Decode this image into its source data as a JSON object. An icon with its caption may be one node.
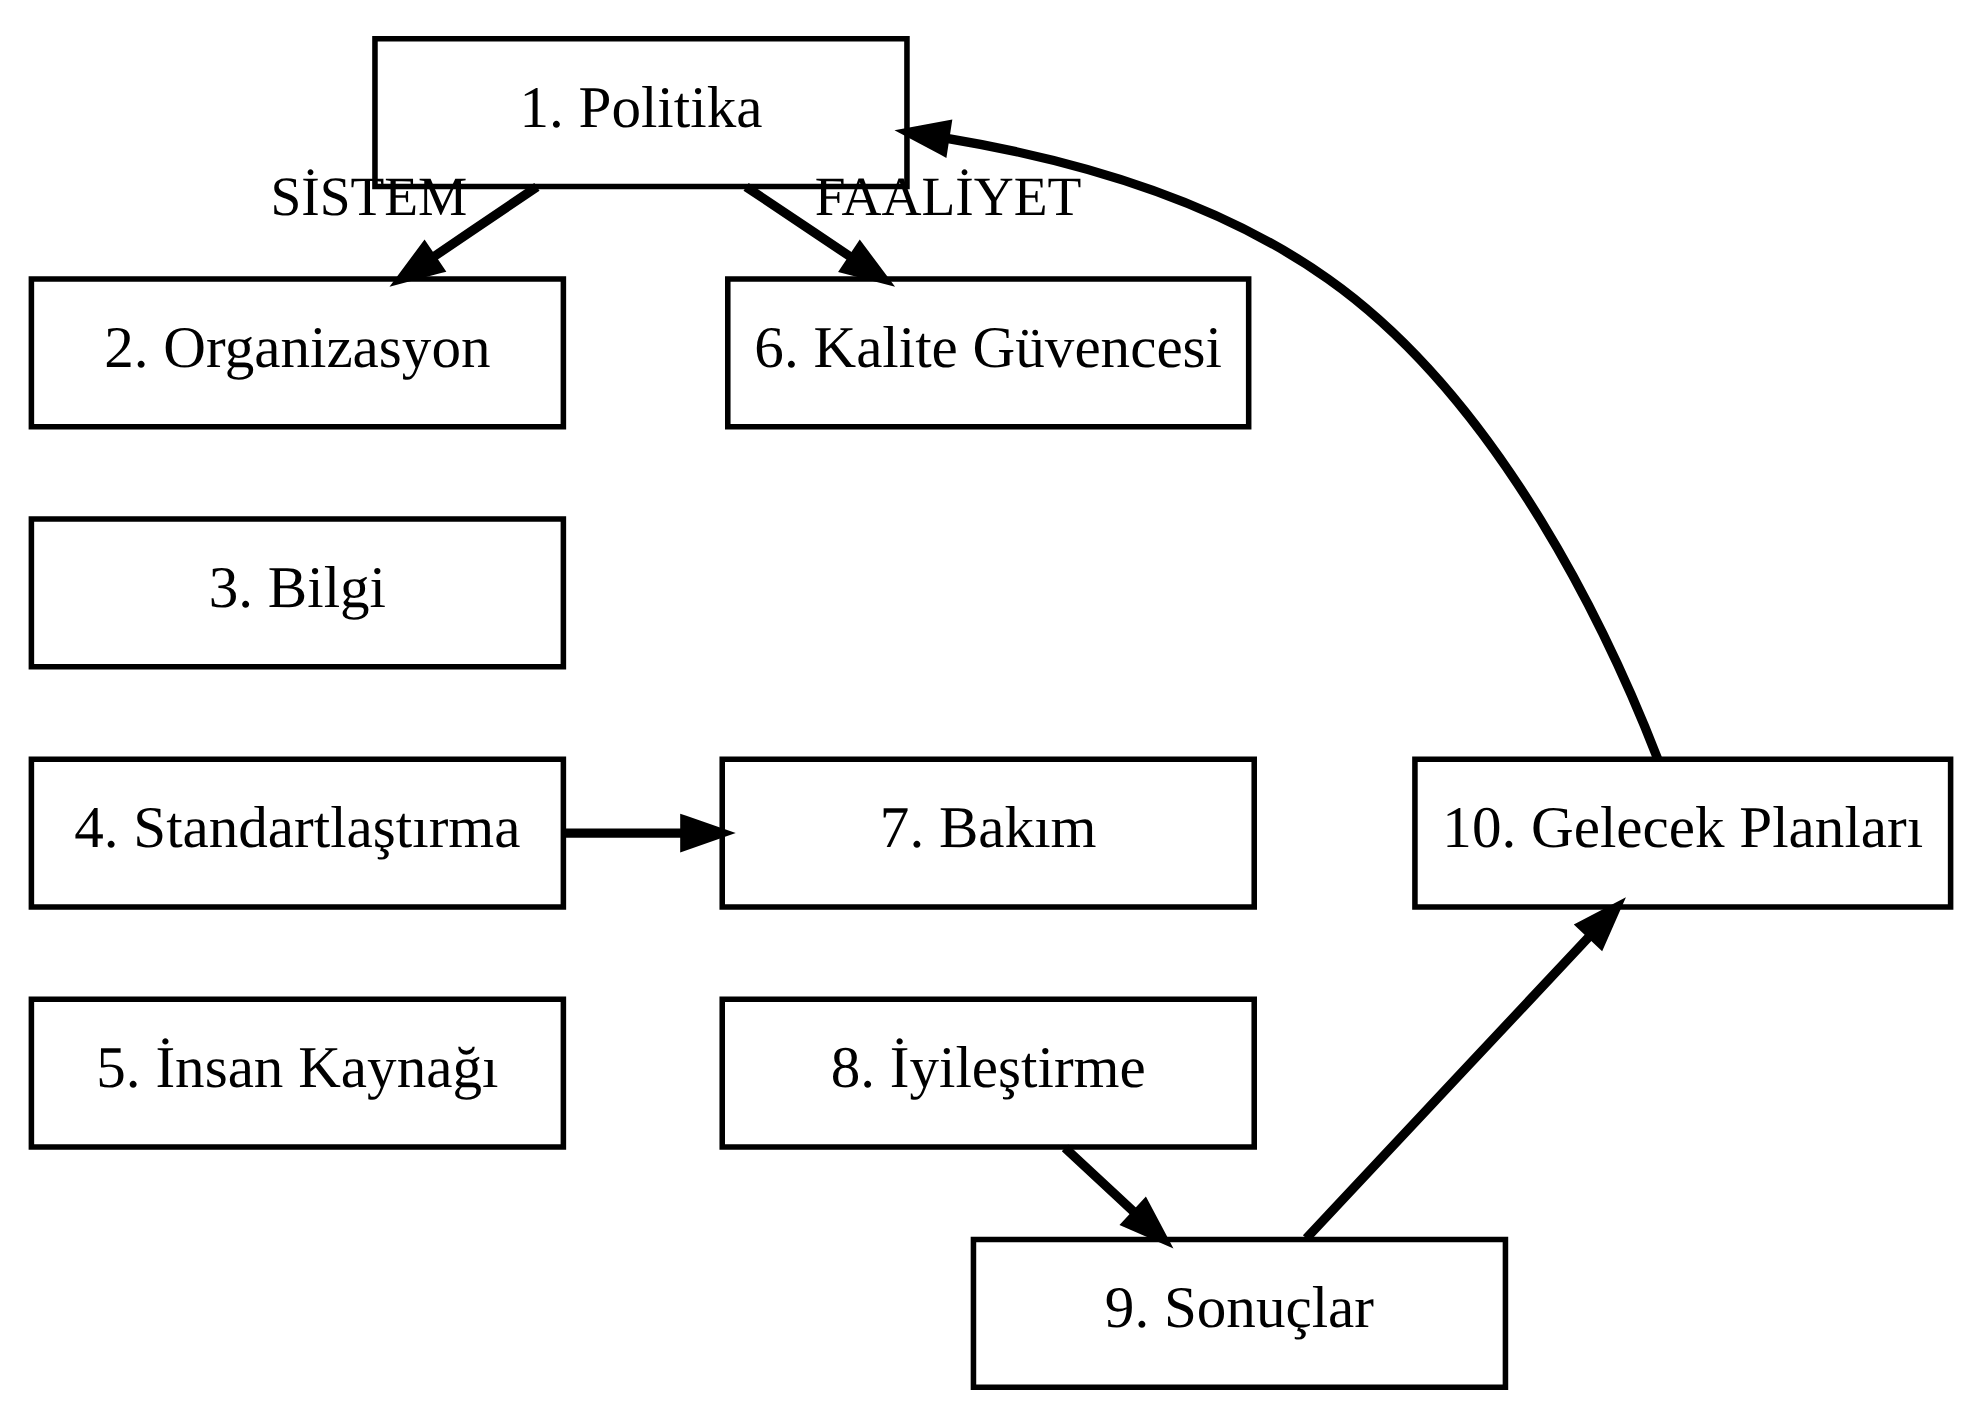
{
  "diagram": {
    "nodes": [
      {
        "text": [
          "1. Politika"
        ]
      },
      {
        "text": [
          "2. Organizasyon"
        ]
      },
      {
        "text": [
          "3. Bilgi"
        ]
      },
      {
        "text": [
          "4. Standartlaştırma"
        ]
      },
      {
        "text": [
          "5. İnsan Kaynağı"
        ]
      },
      {
        "text": [
          "6. Kalite Güvencesi"
        ]
      },
      {
        "text": [
          "7. Bakım"
        ]
      },
      {
        "text": [
          "8. İyileştirme"
        ]
      },
      {
        "text": [
          "9. Sonuçlar"
        ]
      },
      {
        "text": [
          "10. Gelecek Planları"
        ]
      }
    ],
    "edges": [
      {
        "from": 0,
        "to": 1,
        "arrow": "to",
        "label": "SİSTEM"
      },
      {
        "from": 0,
        "to": 5,
        "arrow": "to",
        "label": "FAALİYET"
      },
      {
        "from": 3,
        "to": 6,
        "arrow": "to"
      },
      {
        "from": 7,
        "to": 8,
        "arrow": "to"
      },
      {
        "from": 8,
        "to": 9,
        "arrow": "to"
      },
      {
        "from": 9,
        "to": 0,
        "arrow": "to"
      }
    ]
  }
}
